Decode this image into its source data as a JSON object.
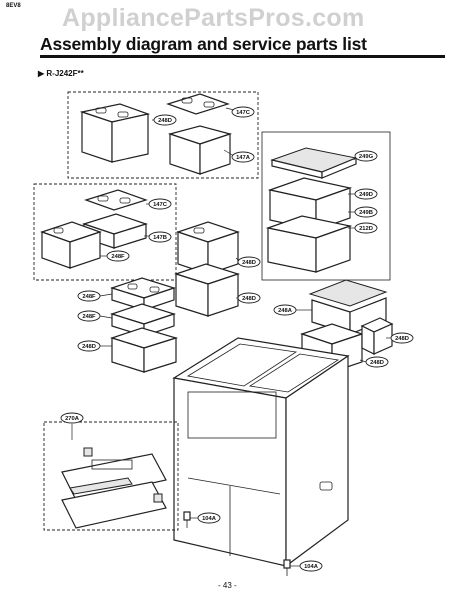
{
  "header": {
    "code": "8EV8",
    "watermark": "AppliancePartsPros.com",
    "title": "Assembly diagram and service parts list",
    "model": "R-J242F**"
  },
  "footer": {
    "page": "- 43 -"
  },
  "callouts": [
    "248D",
    "147C",
    "147A",
    "249G",
    "249D",
    "249B",
    "212D",
    "147C",
    "147B",
    "248F",
    "248D",
    "248D",
    "248F",
    "248F",
    "248D",
    "248A",
    "248D",
    "248D",
    "270A",
    "104A",
    "104A"
  ]
}
